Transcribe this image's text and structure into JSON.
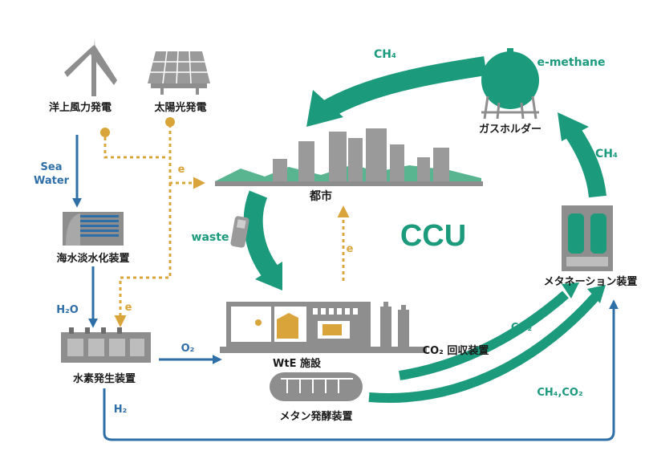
{
  "labels": {
    "offshore_wind": "洋上風力発電",
    "solar": "太陽光発電",
    "sea_water_1": "Sea",
    "sea_water_2": "Water",
    "desalination": "海水淡水化装置",
    "h2o": "H₂O",
    "e_1": "e",
    "e_2": "e",
    "e_3": "e",
    "hydrogen": "水素発生装置",
    "o2": "O₂",
    "h2": "H₂",
    "city": "都市",
    "waste": "waste",
    "ccu": "CCU",
    "wte": "WtE 施設",
    "co2_capture": "CO₂ 回収装置",
    "methane_fermentation": "メタン発酵装置",
    "methanation": "メタネーション装置",
    "gas_holder": "ガスホルダー",
    "e_methane": "e-methane",
    "ch4_top": "CH₄",
    "ch4_right": "CH₄",
    "co2_flow": "CO₂",
    "ch4_co2_flow": "CH₄,CO₂"
  },
  "colors": {
    "green": "#1b9a7c",
    "blue": "#2f6fa8",
    "orange": "#d9a43a",
    "gray": "#8e8e8e",
    "text": "#1a1a1a"
  }
}
